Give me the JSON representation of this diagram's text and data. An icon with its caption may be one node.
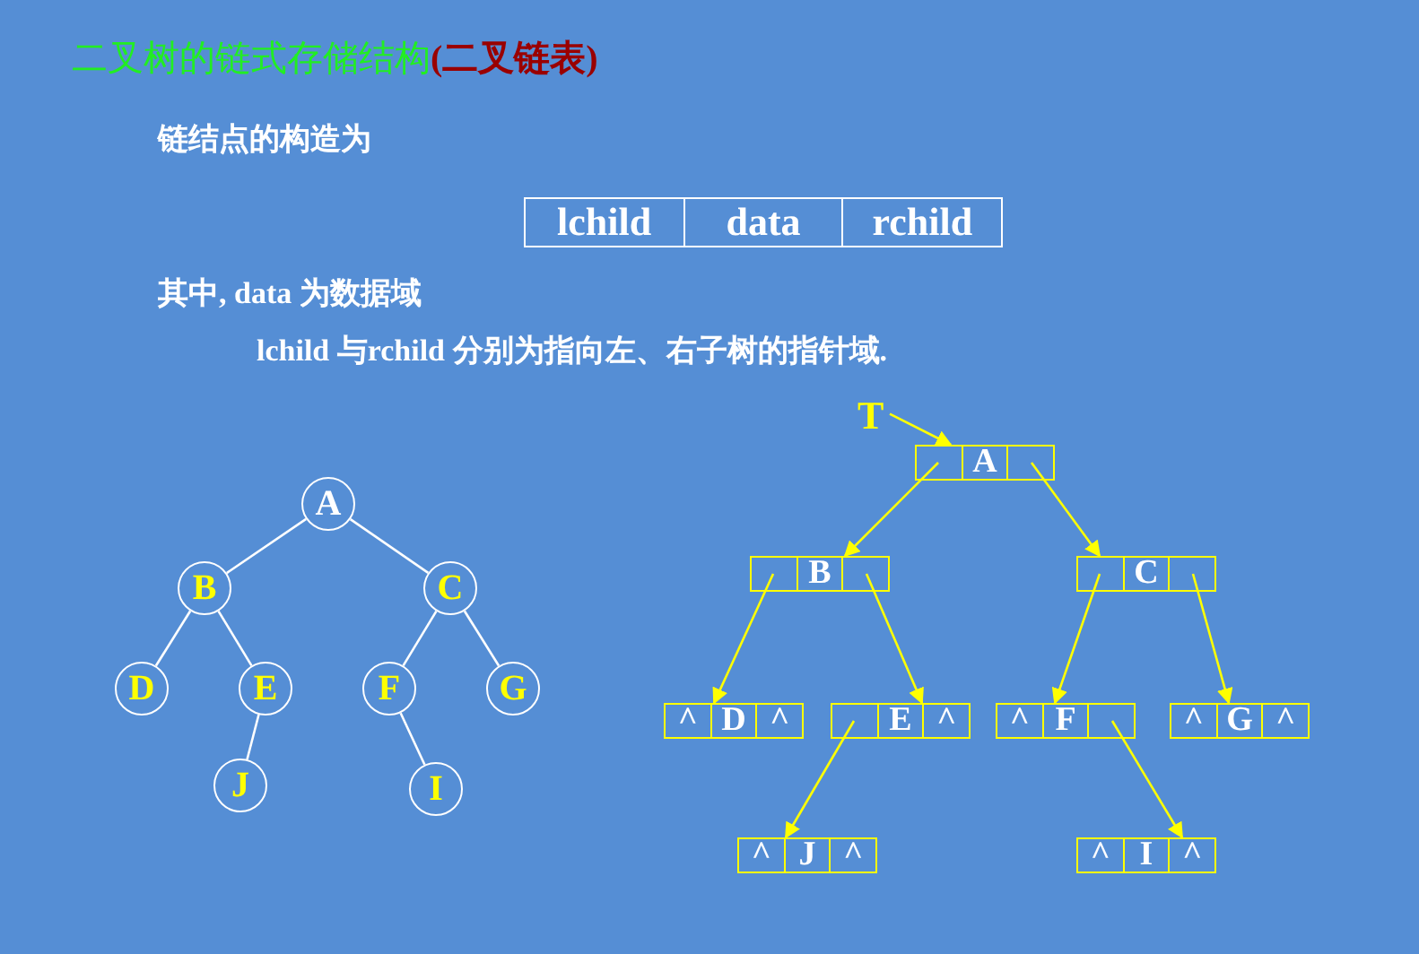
{
  "diagram": {
    "title": "二叉树的链式存储结构",
    "nodes": [
      {
        "text": [
          "lchild",
          "data",
          "rchild"
        ]
      },
      {
        "text": [
          "A"
        ]
      },
      {
        "text": [
          "B"
        ]
      },
      {
        "text": [
          "C"
        ]
      },
      {
        "text": [
          "D"
        ]
      },
      {
        "text": [
          "E"
        ]
      },
      {
        "text": [
          "F"
        ]
      },
      {
        "text": [
          "G"
        ]
      },
      {
        "text": [
          "J"
        ]
      },
      {
        "text": [
          "I"
        ]
      },
      {
        "text": [
          "T"
        ]
      },
      {
        "text": [
          "A"
        ]
      },
      {
        "text": [
          "B"
        ]
      },
      {
        "text": [
          "C"
        ]
      },
      {
        "text": [
          "^",
          "D",
          "^"
        ]
      },
      {
        "text": [
          "E",
          "^"
        ]
      },
      {
        "text": [
          "^",
          "F"
        ]
      },
      {
        "text": [
          "^",
          "G",
          "^"
        ]
      },
      {
        "text": [
          "^",
          "J",
          "^"
        ]
      },
      {
        "text": [
          "^",
          "I",
          "^"
        ]
      }
    ],
    "edges": [
      {
        "from": 1,
        "to": 2,
        "arrow": "none",
        "color": "#ffffff"
      },
      {
        "from": 1,
        "to": 3,
        "arrow": "none",
        "color": "#ffffff"
      },
      {
        "from": 2,
        "to": 4,
        "arrow": "none",
        "color": "#ffffff"
      },
      {
        "from": 2,
        "to": 5,
        "arrow": "none",
        "color": "#ffffff"
      },
      {
        "from": 3,
        "to": 6,
        "arrow": "none",
        "color": "#ffffff"
      },
      {
        "from": 3,
        "to": 7,
        "arrow": "none",
        "color": "#ffffff"
      },
      {
        "from": 5,
        "to": 8,
        "arrow": "none",
        "color": "#ffffff"
      },
      {
        "from": 6,
        "to": 9,
        "arrow": "none",
        "color": "#ffffff"
      },
      {
        "from": 10,
        "to": 11,
        "arrow": "to"
      },
      {
        "from": 11,
        "to": 12,
        "arrow": "to"
      },
      {
        "from": 11,
        "to": 13,
        "arrow": "to"
      },
      {
        "from": 12,
        "to": 14,
        "arrow": "to"
      },
      {
        "from": 12,
        "to": 15,
        "arrow": "to"
      },
      {
        "from": 13,
        "to": 16,
        "arrow": "to"
      },
      {
        "from": 13,
        "to": 17,
        "arrow": "to"
      },
      {
        "from": 15,
        "to": 18,
        "arrow": "to"
      },
      {
        "from": 16,
        "to": 19,
        "arrow": "to"
      }
    ],
    "labels": [
      "(二叉链表)",
      "链结点的构造为",
      "其中, data 为数据域",
      "lchild 与rchild 分别为指向左、右子树的指针域."
    ]
  }
}
